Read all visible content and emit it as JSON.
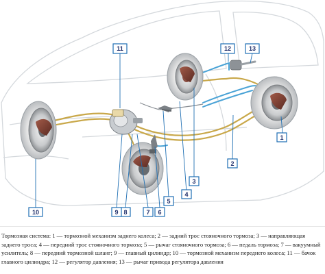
{
  "diagram": {
    "callouts": [
      "1",
      "2",
      "3",
      "4",
      "5",
      "6",
      "7",
      "8",
      "9",
      "10",
      "11",
      "12",
      "13"
    ]
  },
  "caption": {
    "text": "Тормозная система: 1 — тормозной механизм заднего колеса; 2 — задний трос стояночного тормоза; 3 — направляющая заднего троса; 4 — передний трос стояночного тормоза; 5 — рычаг стояночного тормоза; 6 — педаль тормоза; 7 — вакуумный усилитель; 8 — передний тормозной шланг; 9 — главный цилиндр; 10 — тормозной механизм переднего колеса; 11 — бачок главного цилиндра; 12 — регулятор давления; 13 — рычаг привода регулятора давления"
  },
  "colors": {
    "callout_border": "#1f6fb3",
    "callout_text": "#1f2f6b",
    "brake_line": "#c9a84a",
    "cable": "#4aa3d6",
    "car_outline": "#d4d8dc"
  }
}
